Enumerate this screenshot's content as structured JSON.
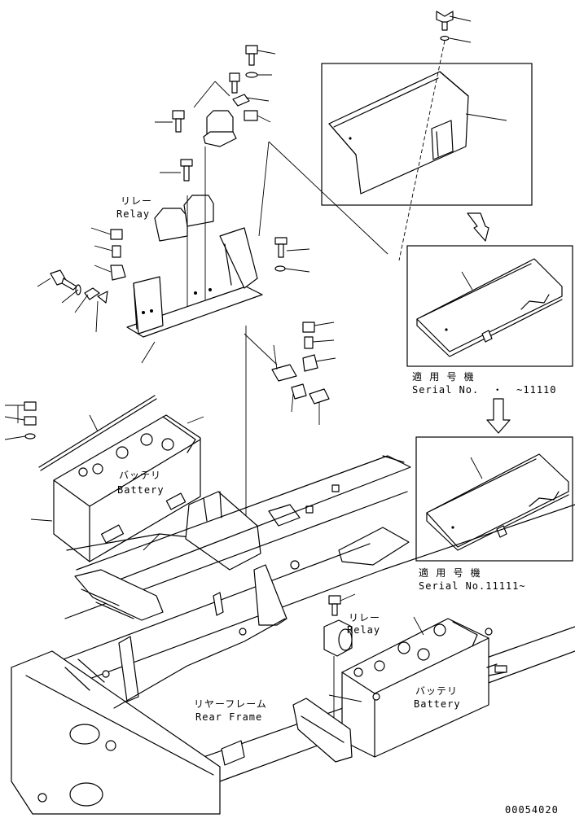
{
  "labels": {
    "relay_top_jp": "リレー",
    "relay_top_en": "Relay",
    "battery_left_jp": "バッテリ",
    "battery_left_en": "Battery",
    "relay_bottom_jp": "リレー",
    "relay_bottom_en": "Relay",
    "battery_right_jp": "バッテリ",
    "battery_right_en": "Battery",
    "rear_frame_jp": "リヤーフレーム",
    "rear_frame_en": "Rear Frame"
  },
  "serial_notes": [
    {
      "applicable": "適 用 号 機",
      "serial": "Serial No.  ・  ~11110"
    },
    {
      "applicable": "適 用 号 機",
      "serial": "Serial No.11111~"
    }
  ],
  "figure_number": "00054020"
}
